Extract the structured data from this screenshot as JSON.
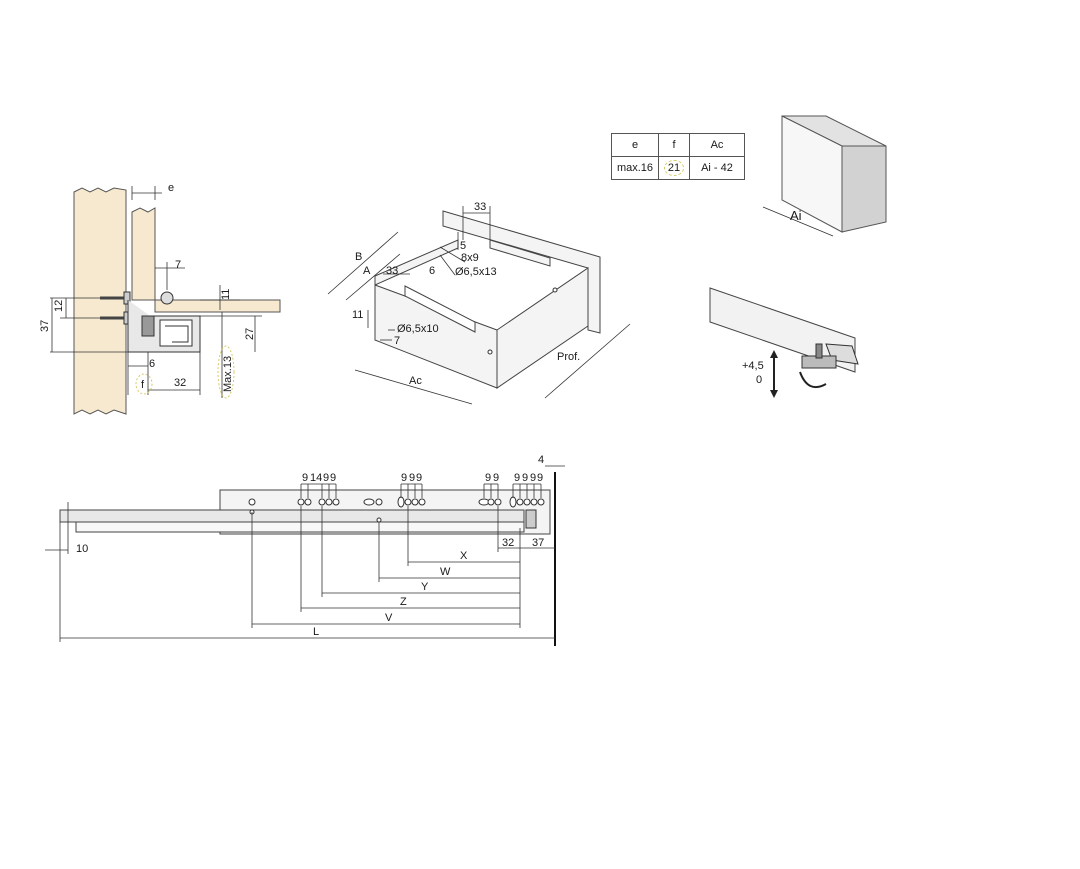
{
  "side_section": {
    "labels": {
      "e": "e",
      "seven": "7",
      "eleven": "11",
      "twelve": "12",
      "thirtyseven": "37",
      "twentyseven": "27",
      "six": "6",
      "thirtytwo": "32",
      "f": "f",
      "max13": "Max.13"
    }
  },
  "drawer_view": {
    "labels": {
      "thirtythree_top": "33",
      "five": "5",
      "b": "B",
      "a": "A",
      "hole_8x9": "8x9",
      "thirtythree_side": "33",
      "six": "6",
      "hole_65x13": "Ø6,5x13",
      "eleven": "11",
      "hole_65x10": "Ø6,5x10",
      "seven": "7",
      "ac": "Ac",
      "prof": "Prof."
    }
  },
  "spec_table": {
    "headers": [
      "e",
      "f",
      "Ac"
    ],
    "row": [
      "max.16",
      "21",
      "Ai - 42"
    ]
  },
  "cabinet": {
    "label": "Ai"
  },
  "clip_detail": {
    "adjust_top": "+4,5",
    "adjust_bottom": "0"
  },
  "rail_layout": {
    "labels": {
      "four": "4",
      "group1": "9149 9",
      "group1_a": "9",
      "group1_b": "14",
      "group1_c": "9",
      "group1_d": "9",
      "group2_a": "9",
      "group2_b": "9",
      "group2_c": "9",
      "group3_a": "9",
      "group3_b": "9",
      "group4_a": "9",
      "group4_b": "9",
      "group4_c": "9",
      "group4_d": "9",
      "ten": "10",
      "thirtytwo": "32",
      "thirtyseven": "37",
      "x": "X",
      "w": "W",
      "y": "Y",
      "z": "Z",
      "v": "V",
      "l": "L"
    }
  },
  "colors": {
    "wood": "#f6e9cf",
    "highlight": "#d9c86a",
    "panel": "#f4f4f4"
  }
}
